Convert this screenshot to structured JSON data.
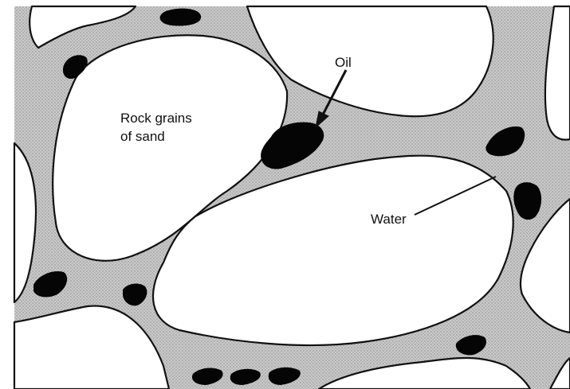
{
  "labels": {
    "rock_line1": "Rock grains",
    "rock_line2": "of sand",
    "oil": "Oil",
    "water": "Water"
  },
  "colors": {
    "water": "#c9c9c9",
    "oil": "#050505",
    "grain": "#ffffff",
    "outline": "#111111"
  }
}
